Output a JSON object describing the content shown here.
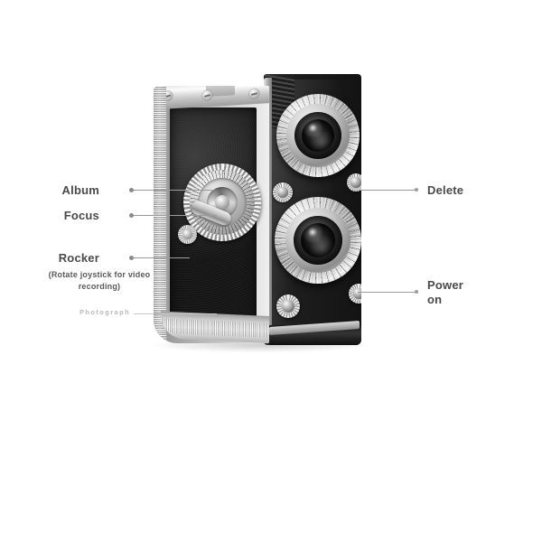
{
  "diagram": {
    "subject": "twin-lens-reflex-camera",
    "background_color": "#ffffff",
    "label_color": "#4a4a4a",
    "leader_color": "#9a9a9a"
  },
  "labels": {
    "left": [
      {
        "id": "album",
        "text": "Album"
      },
      {
        "id": "focus",
        "text": "Focus"
      },
      {
        "id": "rocker",
        "text": "Rocker"
      }
    ],
    "right": [
      {
        "id": "delete",
        "text": "Delete"
      },
      {
        "id": "power_1",
        "text": "Power"
      },
      {
        "id": "power_2",
        "text": "on"
      }
    ]
  },
  "notes": {
    "rocker_caption_line1": "(Rotate joystick for video",
    "rocker_caption_line2": "recording)",
    "photograph_caption": "Photograph"
  },
  "parts": {
    "top_lens": "viewing-lens",
    "bottom_lens": "taking-lens",
    "side_dial": "focus-dial",
    "crank": "rocker-joystick",
    "delete_button": "delete-button",
    "power_button": "power-button"
  }
}
